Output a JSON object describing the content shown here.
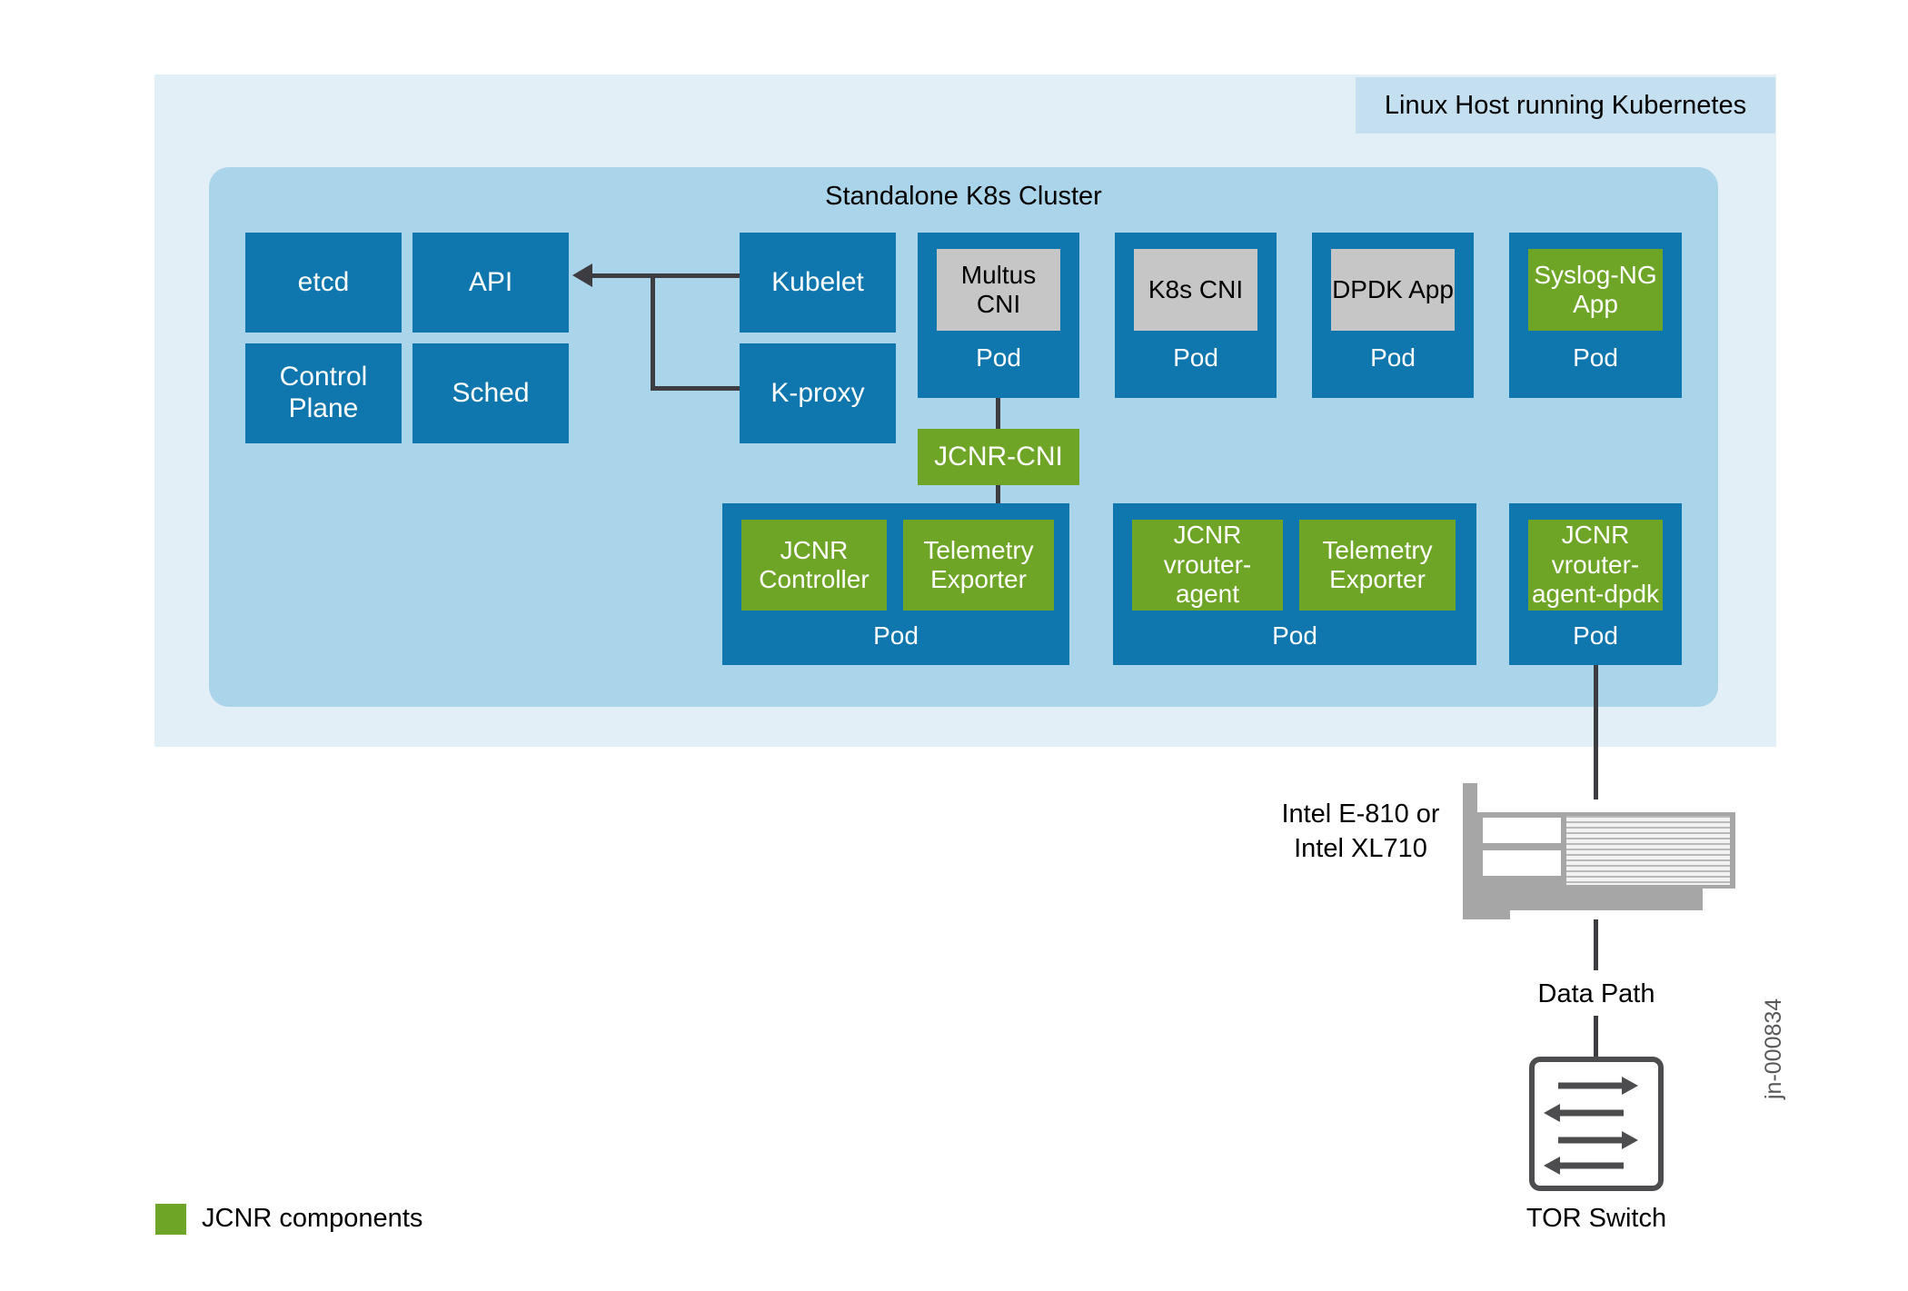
{
  "diagram": {
    "host_title": "Linux Host running Kubernetes",
    "cluster_title": "Standalone K8s Cluster",
    "watermark": "jn-000834"
  },
  "control_plane_nodes": [
    {
      "label": "etcd"
    },
    {
      "label": "API"
    },
    {
      "label": "Control Plane"
    },
    {
      "label": "Sched"
    },
    {
      "label": "Kubelet"
    },
    {
      "label": "K-proxy"
    }
  ],
  "top_pods": [
    {
      "component": "Multus CNI",
      "pod_label": "Pod",
      "style": "gray"
    },
    {
      "component": "K8s CNI",
      "pod_label": "Pod",
      "style": "gray"
    },
    {
      "component": "DPDK App",
      "pod_label": "Pod",
      "style": "gray"
    },
    {
      "component": "Syslog-NG App",
      "pod_label": "Pod",
      "style": "green"
    }
  ],
  "cni": {
    "label": "JCNR-CNI"
  },
  "bottom_pods": [
    {
      "pod_label": "Pod",
      "components": [
        {
          "label": "JCNR Controller"
        },
        {
          "label": "Telemetry Exporter"
        }
      ]
    },
    {
      "pod_label": "Pod",
      "components": [
        {
          "label": "JCNR vrouter-agent"
        },
        {
          "label": "Telemetry Exporter"
        }
      ]
    },
    {
      "pod_label": "Pod",
      "components": [
        {
          "label": "JCNR vrouter-agent-dpdk"
        }
      ]
    }
  ],
  "hardware": {
    "nic_label": "Intel E-810 or Intel XL710",
    "data_path_label": "Data Path",
    "tor_label": "TOR Switch"
  },
  "legend": {
    "label": "JCNR components",
    "color": "#6ea526"
  },
  "colors": {
    "blue": "#0f76ae",
    "green": "#6ea526",
    "gray": "#c6c6c6",
    "host_bg": "#e3eff6",
    "cluster_bg": "#a9d4e9",
    "banner_bg": "#c4e0f0",
    "line": "#3c3c41"
  }
}
